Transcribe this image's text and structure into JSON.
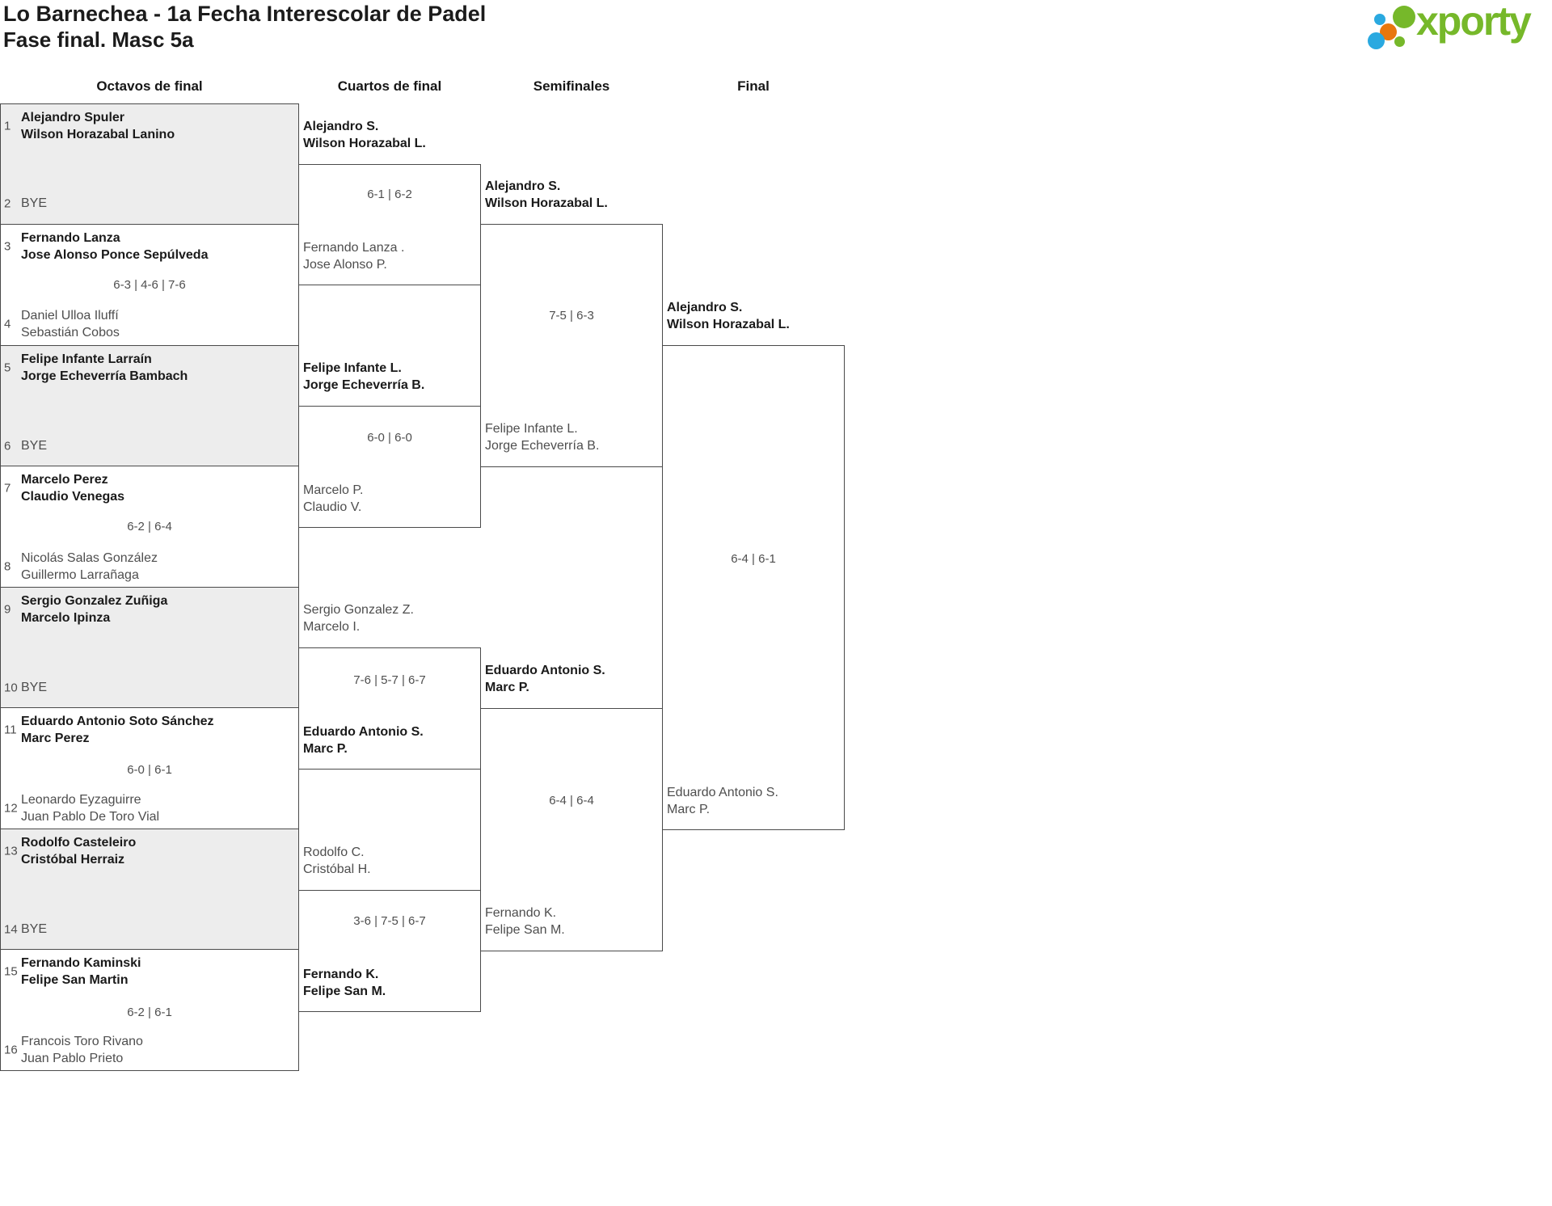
{
  "header": {
    "title_line1": "Lo Barnechea - 1a Fecha Interescolar de Padel",
    "title_line2": "Fase final. Masc 5a",
    "logo_text": "xporty"
  },
  "round_labels": [
    "Octavos de final",
    "Cuartos de final",
    "Semifinales",
    "Final"
  ],
  "colors": {
    "logo_green": "#76b82a",
    "logo_blue": "#2aa9e0",
    "logo_orange": "#e8770e",
    "bye_box_fill": "#ededed",
    "box_border": "#4a4a4a",
    "winner_text": "#1a1a1a",
    "secondary_text": "#4e4e4e"
  },
  "bracket": {
    "octavos": [
      {
        "top": {
          "seed": "1",
          "line1": "Alejandro Spuler",
          "line2": "Wilson Horazabal Lanino",
          "winner": true
        },
        "bottom": {
          "seed": "2",
          "label": "BYE"
        },
        "score": ""
      },
      {
        "top": {
          "seed": "3",
          "line1": "Fernando Lanza",
          "line2": "Jose Alonso Ponce Sepúlveda",
          "winner": true
        },
        "bottom": {
          "seed": "4",
          "line1": "Daniel Ulloa Iluffí",
          "line2": "Sebastián Cobos",
          "winner": false
        },
        "score": "6-3 | 4-6 | 7-6"
      },
      {
        "top": {
          "seed": "5",
          "line1": "Felipe Infante Larraín",
          "line2": "Jorge Echeverría Bambach",
          "winner": true
        },
        "bottom": {
          "seed": "6",
          "label": "BYE"
        },
        "score": ""
      },
      {
        "top": {
          "seed": "7",
          "line1": "Marcelo Perez",
          "line2": "Claudio Venegas",
          "winner": true
        },
        "bottom": {
          "seed": "8",
          "line1": "Nicolás Salas González",
          "line2": "Guillermo Larrañaga",
          "winner": false
        },
        "score": "6-2 | 6-4"
      },
      {
        "top": {
          "seed": "9",
          "line1": "Sergio Gonzalez Zuñiga",
          "line2": "Marcelo Ipinza",
          "winner": true
        },
        "bottom": {
          "seed": "10",
          "label": "BYE"
        },
        "score": ""
      },
      {
        "top": {
          "seed": "11",
          "line1": "Eduardo Antonio Soto Sánchez",
          "line2": "Marc Perez",
          "winner": true
        },
        "bottom": {
          "seed": "12",
          "line1": "Leonardo Eyzaguirre",
          "line2": "Juan Pablo De Toro Vial",
          "winner": false
        },
        "score": "6-0 | 6-1"
      },
      {
        "top": {
          "seed": "13",
          "line1": "Rodolfo Casteleiro",
          "line2": "Cristóbal Herraiz",
          "winner": true
        },
        "bottom": {
          "seed": "14",
          "label": "BYE"
        },
        "score": ""
      },
      {
        "top": {
          "seed": "15",
          "line1": "Fernando Kaminski",
          "line2": "Felipe San Martin",
          "winner": true
        },
        "bottom": {
          "seed": "16",
          "line1": "Francois Toro Rivano",
          "line2": "Juan Pablo Prieto",
          "winner": false
        },
        "score": "6-2 | 6-1"
      }
    ],
    "cuartos": [
      {
        "top": {
          "line1": "Alejandro S.",
          "line2": "Wilson Horazabal L.",
          "winner": true
        },
        "bottom": {
          "line1": "Fernando Lanza .",
          "line2": "Jose Alonso P.",
          "winner": false
        },
        "score": "6-1 | 6-2"
      },
      {
        "top": {
          "line1": "Felipe Infante L.",
          "line2": "Jorge Echeverría B.",
          "winner": true
        },
        "bottom": {
          "line1": "Marcelo P.",
          "line2": "Claudio V.",
          "winner": false
        },
        "score": "6-0 | 6-0"
      },
      {
        "top": {
          "line1": "Sergio Gonzalez Z.",
          "line2": "Marcelo I.",
          "winner": false
        },
        "bottom": {
          "line1": "Eduardo Antonio S.",
          "line2": "Marc P.",
          "winner": true
        },
        "score": "7-6 | 5-7 | 6-7"
      },
      {
        "top": {
          "line1": "Rodolfo C.",
          "line2": "Cristóbal H.",
          "winner": false
        },
        "bottom": {
          "line1": "Fernando K.",
          "line2": "Felipe San M.",
          "winner": true
        },
        "score": "3-6 | 7-5 | 6-7"
      }
    ],
    "semifinales": [
      {
        "top": {
          "line1": "Alejandro S.",
          "line2": "Wilson Horazabal L.",
          "winner": true
        },
        "bottom": {
          "line1": "Felipe Infante L.",
          "line2": "Jorge Echeverría B.",
          "winner": false
        },
        "score": "7-5 | 6-3"
      },
      {
        "top": {
          "line1": "Eduardo Antonio S.",
          "line2": "Marc P.",
          "winner": true
        },
        "bottom": {
          "line1": "Fernando K.",
          "line2": "Felipe San M.",
          "winner": false
        },
        "score": "6-4 | 6-4"
      }
    ],
    "final": [
      {
        "top": {
          "line1": "Alejandro S.",
          "line2": "Wilson Horazabal L.",
          "winner": true
        },
        "bottom": {
          "line1": "Eduardo Antonio S.",
          "line2": "Marc P.",
          "winner": false
        },
        "score": "6-4 | 6-1"
      }
    ]
  }
}
